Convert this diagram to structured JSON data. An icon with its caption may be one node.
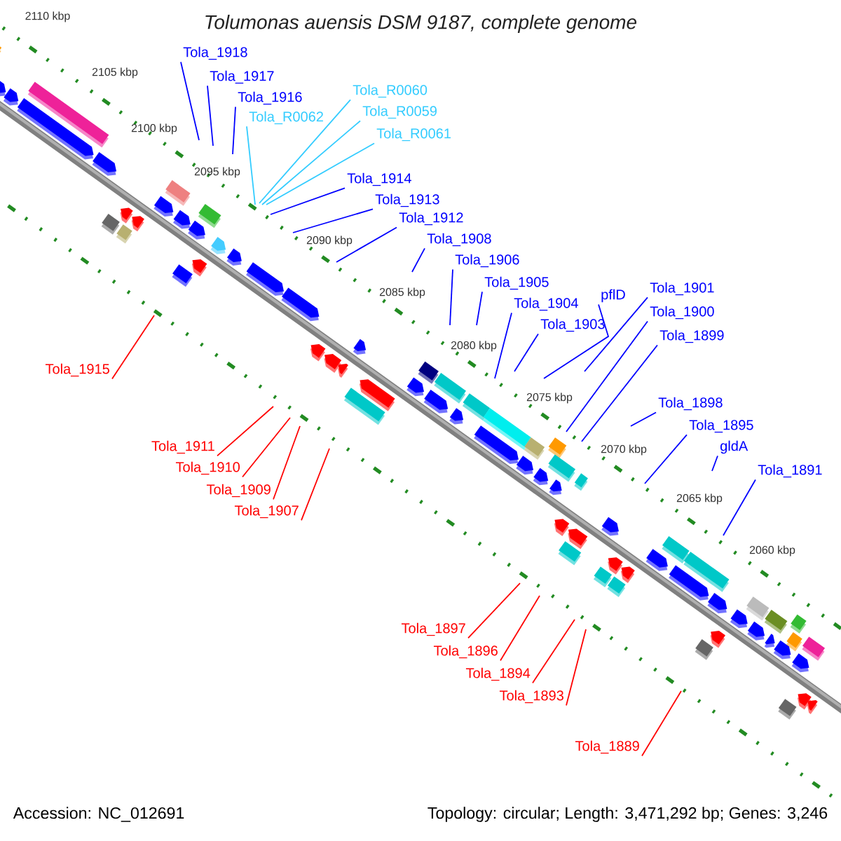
{
  "diagram": {
    "title": "Tolumonas auensis DSM 9187, complete genome",
    "nodes": [
      {
        "text": [
          "Tola_1918"
        ]
      },
      {
        "text": [
          "Tola_1917"
        ]
      },
      {
        "text": [
          "Tola_R0060"
        ]
      },
      {
        "text": [
          "Tola_1916"
        ]
      },
      {
        "text": [
          "Tola_R0059"
        ]
      },
      {
        "text": [
          "Tola_R0062"
        ]
      },
      {
        "text": [
          "Tola_R0061"
        ]
      },
      {
        "text": [
          "Tola_1914"
        ]
      },
      {
        "text": [
          "Tola_1913"
        ]
      },
      {
        "text": [
          "Tola_1912"
        ]
      },
      {
        "text": [
          "Tola_1908"
        ]
      },
      {
        "text": [
          "Tola_1906"
        ]
      },
      {
        "text": [
          "Tola_1905"
        ]
      },
      {
        "text": [
          "pflD"
        ]
      },
      {
        "text": [
          "Tola_1901"
        ]
      },
      {
        "text": [
          "Tola_1904"
        ]
      },
      {
        "text": [
          "Tola_1900"
        ]
      },
      {
        "text": [
          "Tola_1903"
        ]
      },
      {
        "text": [
          "Tola_1899"
        ]
      },
      {
        "text": [
          "Tola_1915"
        ]
      },
      {
        "text": [
          "Tola_1898"
        ]
      },
      {
        "text": [
          "Tola_1895"
        ]
      },
      {
        "text": [
          "Tola_1911"
        ]
      },
      {
        "text": [
          "gldA"
        ]
      },
      {
        "text": [
          "Tola_1910"
        ]
      },
      {
        "text": [
          "Tola_1891"
        ]
      },
      {
        "text": [
          "Tola_1909"
        ]
      },
      {
        "text": [
          "Tola_1907"
        ]
      },
      {
        "text": [
          "Tola_1897"
        ]
      },
      {
        "text": [
          "Tola_1896"
        ]
      },
      {
        "text": [
          "Tola_1894"
        ]
      },
      {
        "text": [
          "Tola_1893"
        ]
      },
      {
        "text": [
          "Tola_1889"
        ]
      }
    ],
    "edges": [
      {
        "from": 0,
        "to": null,
        "arrow": "none"
      },
      {
        "from": 1,
        "to": null,
        "arrow": "none"
      },
      {
        "from": 2,
        "to": null,
        "arrow": "none",
        "color": "#33ccff"
      },
      {
        "from": 3,
        "to": null,
        "arrow": "none"
      },
      {
        "from": 4,
        "to": null,
        "arrow": "none",
        "color": "#33ccff"
      },
      {
        "from": 5,
        "to": null,
        "arrow": "none",
        "color": "#33ccff"
      },
      {
        "from": 6,
        "to": null,
        "arrow": "none",
        "color": "#33ccff"
      },
      {
        "from": 7,
        "to": null,
        "arrow": "none"
      },
      {
        "from": 8,
        "to": null,
        "arrow": "none"
      },
      {
        "from": 9,
        "to": null,
        "arrow": "none"
      },
      {
        "from": 10,
        "to": null,
        "arrow": "none"
      },
      {
        "from": 11,
        "to": null,
        "arrow": "none"
      },
      {
        "from": 12,
        "to": null,
        "arrow": "none"
      },
      {
        "from": 13,
        "to": null,
        "arrow": "none"
      },
      {
        "from": 14,
        "to": null,
        "arrow": "none"
      },
      {
        "from": 15,
        "to": null,
        "arrow": "none"
      },
      {
        "from": 16,
        "to": null,
        "arrow": "none"
      },
      {
        "from": 17,
        "to": null,
        "arrow": "none"
      },
      {
        "from": 18,
        "to": null,
        "arrow": "none"
      },
      {
        "from": 19,
        "to": null,
        "arrow": "none",
        "color": "#ff0000"
      },
      {
        "from": 20,
        "to": null,
        "arrow": "none"
      },
      {
        "from": 21,
        "to": null,
        "arrow": "none"
      },
      {
        "from": 22,
        "to": null,
        "arrow": "none",
        "color": "#ff0000"
      },
      {
        "from": 23,
        "to": null,
        "arrow": "none"
      },
      {
        "from": 24,
        "to": null,
        "arrow": "none",
        "color": "#ff0000"
      },
      {
        "from": 25,
        "to": null,
        "arrow": "none"
      },
      {
        "from": 26,
        "to": null,
        "arrow": "none",
        "color": "#ff0000"
      },
      {
        "from": 27,
        "to": null,
        "arrow": "none",
        "color": "#ff0000"
      },
      {
        "from": 28,
        "to": null,
        "arrow": "none",
        "color": "#ff0000"
      },
      {
        "from": 29,
        "to": null,
        "arrow": "none",
        "color": "#ff0000"
      },
      {
        "from": 30,
        "to": null,
        "arrow": "none",
        "color": "#ff0000"
      },
      {
        "from": 31,
        "to": null,
        "arrow": "none",
        "color": "#ff0000"
      },
      {
        "from": 32,
        "to": null,
        "arrow": "none",
        "color": "#ff0000"
      }
    ],
    "labels": [
      "2110 kbp",
      "2105 kbp",
      "2100 kbp",
      "2095 kbp",
      "2090 kbp",
      "2085 kbp",
      "2080 kbp",
      "2075 kbp",
      "2070 kbp",
      "2065 kbp",
      "2060 kbp",
      "Accession: NC_012691",
      "Topology: circular; Length: 3,471,292 bp; Genes: 3,246"
    ]
  }
}
